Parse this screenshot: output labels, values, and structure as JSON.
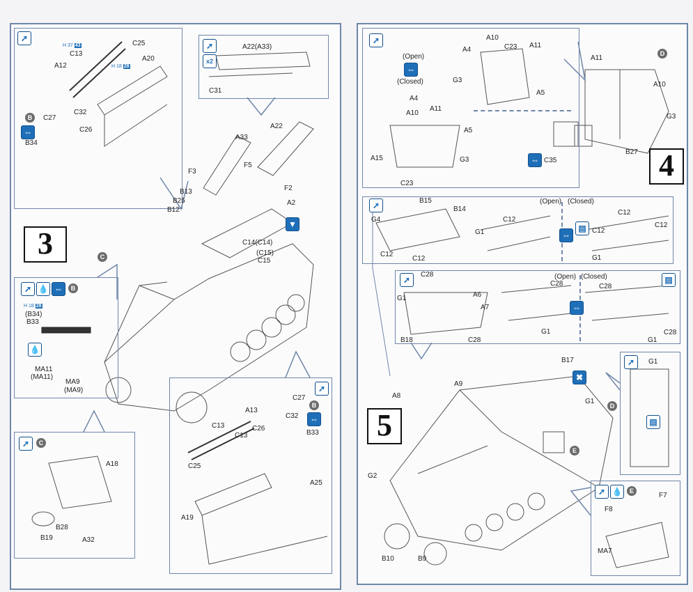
{
  "steps": {
    "s3": "3",
    "s4": "4",
    "s5": "5"
  },
  "icons": {
    "glue": "glue-icon",
    "option": "option-icon",
    "paint": "paint-drop-icon",
    "times2": "x2",
    "decal": "decal-icon",
    "remove": "remove-icon"
  },
  "colors": {
    "frame": "#6f86a8",
    "icon_blue": "#1f6fb8",
    "badge": "#6c6c6c"
  },
  "paint_refs": [
    {
      "prefix": "H",
      "a": "37",
      "b": "43"
    },
    {
      "prefix": "H",
      "a": "18",
      "b": "28"
    },
    {
      "prefix": "H",
      "a": "18",
      "b": "28"
    }
  ],
  "badges": {
    "B": "B",
    "C": "C",
    "D": "D",
    "E": "E"
  },
  "step3": {
    "inset_a": [
      "C25",
      "C13",
      "A12",
      "A20",
      "C32",
      "C27",
      "C26",
      "B34"
    ],
    "inset_b": [
      "A22(A33)",
      "C31"
    ],
    "main": [
      "A33",
      "A22",
      "F5",
      "F3",
      "B13",
      "B25",
      "B12",
      "F2",
      "A2",
      "C14(C14)",
      "(C15)",
      "C15"
    ],
    "inset_c": [
      "(B34)",
      "B33",
      "MA11",
      "(MA11)",
      "MA9",
      "(MA9)"
    ],
    "inset_d": [
      "A18",
      "B28",
      "B19",
      "A32"
    ],
    "inset_e": [
      "C27",
      "A13",
      "C32",
      "C13",
      "C26",
      "B33",
      "C13",
      "C25",
      "A25",
      "A19"
    ]
  },
  "step4": {
    "inset": [
      "(Open)",
      "(Closed)",
      "A10",
      "A4",
      "C23",
      "A11",
      "G3",
      "A5",
      "A4",
      "A10",
      "A11",
      "A5",
      "G3",
      "A15",
      "C23"
    ],
    "main": [
      "A11",
      "A10",
      "G3",
      "B27",
      "C35"
    ]
  },
  "step5": {
    "inset_a": [
      "B15",
      "B14",
      "G4",
      "C12",
      "C12",
      "C12",
      "G1",
      "(Open)",
      "(Closed)",
      "C12",
      "C12",
      "C12",
      "G1"
    ],
    "inset_b": [
      "C28",
      "G1",
      "A6",
      "A7",
      "B18",
      "C28",
      "(Open)",
      "(Closed)",
      "C28",
      "C28",
      "G1",
      "G1",
      "C28"
    ],
    "main": [
      "B17",
      "A9",
      "A8",
      "G1",
      "G2",
      "B10",
      "B9"
    ],
    "inset_c": [
      "G1"
    ],
    "inset_d": [
      "F7",
      "F8",
      "MA7"
    ]
  }
}
